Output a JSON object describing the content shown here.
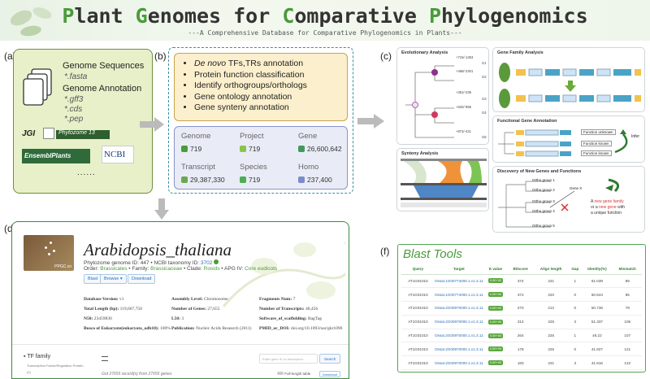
{
  "banner": {
    "title_parts": [
      {
        "text": "P",
        "green": true
      },
      {
        "text": "lant ",
        "green": false
      },
      {
        "text": "G",
        "green": true
      },
      {
        "text": "enomes for ",
        "green": false
      },
      {
        "text": "C",
        "green": true
      },
      {
        "text": "omparative ",
        "green": false
      },
      {
        "text": "P",
        "green": true
      },
      {
        "text": "hylogenomics",
        "green": false
      }
    ],
    "subtitle": "---A Comprehensive Database for Comparative Phylogenomics in Plants---"
  },
  "labels": {
    "a": "(a)",
    "b": "(b)",
    "c": "(c)",
    "d": "(d)",
    "f": "(f)"
  },
  "panel_a": {
    "genome_sequences": "Genome Sequences",
    "fasta": "*.fasta",
    "genome_annotation": "Genome Annotation",
    "gff3": "*.gff3",
    "cds": "*.cds",
    "pep": "*.pep",
    "jgi": "JGI",
    "phytozome": "Phytozome",
    "phyto_ver": "13",
    "ensembl": "EnsemblPlants",
    "ncbi": "NCBI",
    "more": "......"
  },
  "panel_b": {
    "functions": [
      {
        "italic": "De novo",
        "rest": " TFs,TRs annotation"
      },
      {
        "italic": "",
        "rest": "Protein function classification"
      },
      {
        "italic": "",
        "rest": "Identify orthogroups/orthologs"
      },
      {
        "italic": "",
        "rest": "Gene ontology annotation"
      },
      {
        "italic": "",
        "rest": "Gene synteny annotation"
      }
    ],
    "stats": [
      {
        "label": "Genome",
        "value": "719",
        "color": "#4a9b3a"
      },
      {
        "label": "Project",
        "value": "719",
        "color": "#8bc34a"
      },
      {
        "label": "Gene",
        "value": "26,600,642",
        "color": "#3f9a5a"
      },
      {
        "label": "Transcript",
        "value": "29,387,330",
        "color": "#6aa84f"
      },
      {
        "label": "Species",
        "value": "719",
        "color": "#4caf50"
      },
      {
        "label": "Homo",
        "value": "237,400",
        "color": "#7a8ccb"
      }
    ]
  },
  "panel_c": {
    "evo_title": "Evolutionary Analysis",
    "evo_nodes": [
      "+715/-1353",
      "G1",
      "+468/-2301",
      "G2",
      "+361/-236",
      "G3",
      "+632/-965",
      "G4",
      "+874/-421",
      "G5"
    ],
    "gfa_title": "Gene Family Analysis",
    "fga_title": "Functional Gene Annotation",
    "fga_labels": [
      "Function unknown",
      "Function known",
      "Function known",
      "Infer"
    ],
    "syn_title": "Synteny Analysis",
    "disc_title": "Discovery of New Genes and Functions",
    "disc_groups": [
      "Ortho group 1",
      "Ortho group 2",
      "Ortho group 3",
      "Ortho group 4",
      "Ortho group 5"
    ],
    "gene_x": "Gene X",
    "disc_note_1": "A ",
    "disc_note_new": "new gene family",
    "disc_note_2": "or a ",
    "disc_note_new2": "new gene",
    "disc_note_3": " with",
    "disc_note_4": "a unique function"
  },
  "panel_d": {
    "species": "Arabidopsis_thaliana",
    "line1_pre": "Phytozome genome ID: 447 • NCBI taxonomy ID: ",
    "taxid": "3702",
    "order_pre": "Order: ",
    "order": "Brassicales",
    "family_pre": " • Family: ",
    "family": "Brassicaceae",
    "clade_pre": " • Clade: ",
    "clade": "Rosids",
    "apg_pre": " • APG IV: ",
    "apg": "Core eudicots",
    "buttons": [
      "Blast",
      "Browse ▾",
      "Download"
    ],
    "photo_label": "PPGC.cn",
    "kv": [
      {
        "k": "Database Version:",
        "v": "v1"
      },
      {
        "k": "Assembly Level:",
        "v": "Chromosome"
      },
      {
        "k": "Fragments Num:",
        "v": "7"
      },
      {
        "k": "Total Length (bp):",
        "v": "119,667,750"
      },
      {
        "k": "Number of Genes:",
        "v": "27,655"
      },
      {
        "k": "Number of Transcripts:",
        "v": "48,456"
      },
      {
        "k": "N50:",
        "v": "23459830"
      },
      {
        "k": "L50:",
        "v": "3"
      },
      {
        "k": "Software_of_scaffolding:",
        "v": "BagTag"
      },
      {
        "k": "Busco of Eukaryote(eukaryota_odb10):",
        "v": "100%"
      },
      {
        "k": "Publication:",
        "v": "Nucleic Acids Research (2011)"
      },
      {
        "k": "PMID_or_DOI:",
        "v": "doi.org/10.1093/nar/gkr1090"
      }
    ],
    "tf_family": "TF family",
    "tf_sub": "Transcription Factor/Regulation Protein",
    "search_placeholder": "Enter gene ID or description...",
    "search_btn": "Search",
    "records": "Got 27655 record(s) from 27655 genes",
    "fulllength": "Full-length table",
    "download": "Download",
    "side_count": "(2)"
  },
  "panel_f": {
    "title": "Blast Tools",
    "headers": [
      "Query",
      "Target",
      "E value",
      "Bitscore",
      "Align length",
      "Gap",
      "Identity(%)",
      "Mismatch"
    ],
    "rows": [
      [
        "AT1G01010",
        "Ossat.1G00774000.1.v1.3.11",
        "0.0E+00",
        "374",
        "231",
        "1",
        "61.039",
        "89"
      ],
      [
        "AT1G01010",
        "Ossat.1G00774000.1.v1.3.11",
        "0.0E+00",
        "372",
        "220",
        "0",
        "60.844",
        "85"
      ],
      [
        "AT1G01010",
        "Ossat.2G00970000.1.v1.3.11",
        "0.0E+00",
        "270",
        "212",
        "0",
        "50.736",
        "79"
      ],
      [
        "AT1G01010",
        "Ossat.2G00970000.1.v1.3.11",
        "0.0E+00",
        "314",
        "225",
        "3",
        "51.337",
        "106"
      ],
      [
        "AT1G01010",
        "Ossat.2G00970000.1.v1.3.11",
        "0.0E+00",
        "264",
        "226",
        "1",
        "46.22",
        "107"
      ],
      [
        "AT1G01010",
        "Ossat.2G00970000.1.v1.3.11",
        "0.0E+00",
        "178",
        "226",
        "0",
        "41.827",
        "121"
      ],
      [
        "AT1G01010",
        "Ossat.2G00970000.1.v1.3.11",
        "0.0E+00",
        "183",
        "231",
        "3",
        "41.816",
        "122"
      ]
    ]
  },
  "colors": {
    "green": "#4a9b3a",
    "teal": "#3d8f9a",
    "gold": "#c8a44c"
  }
}
